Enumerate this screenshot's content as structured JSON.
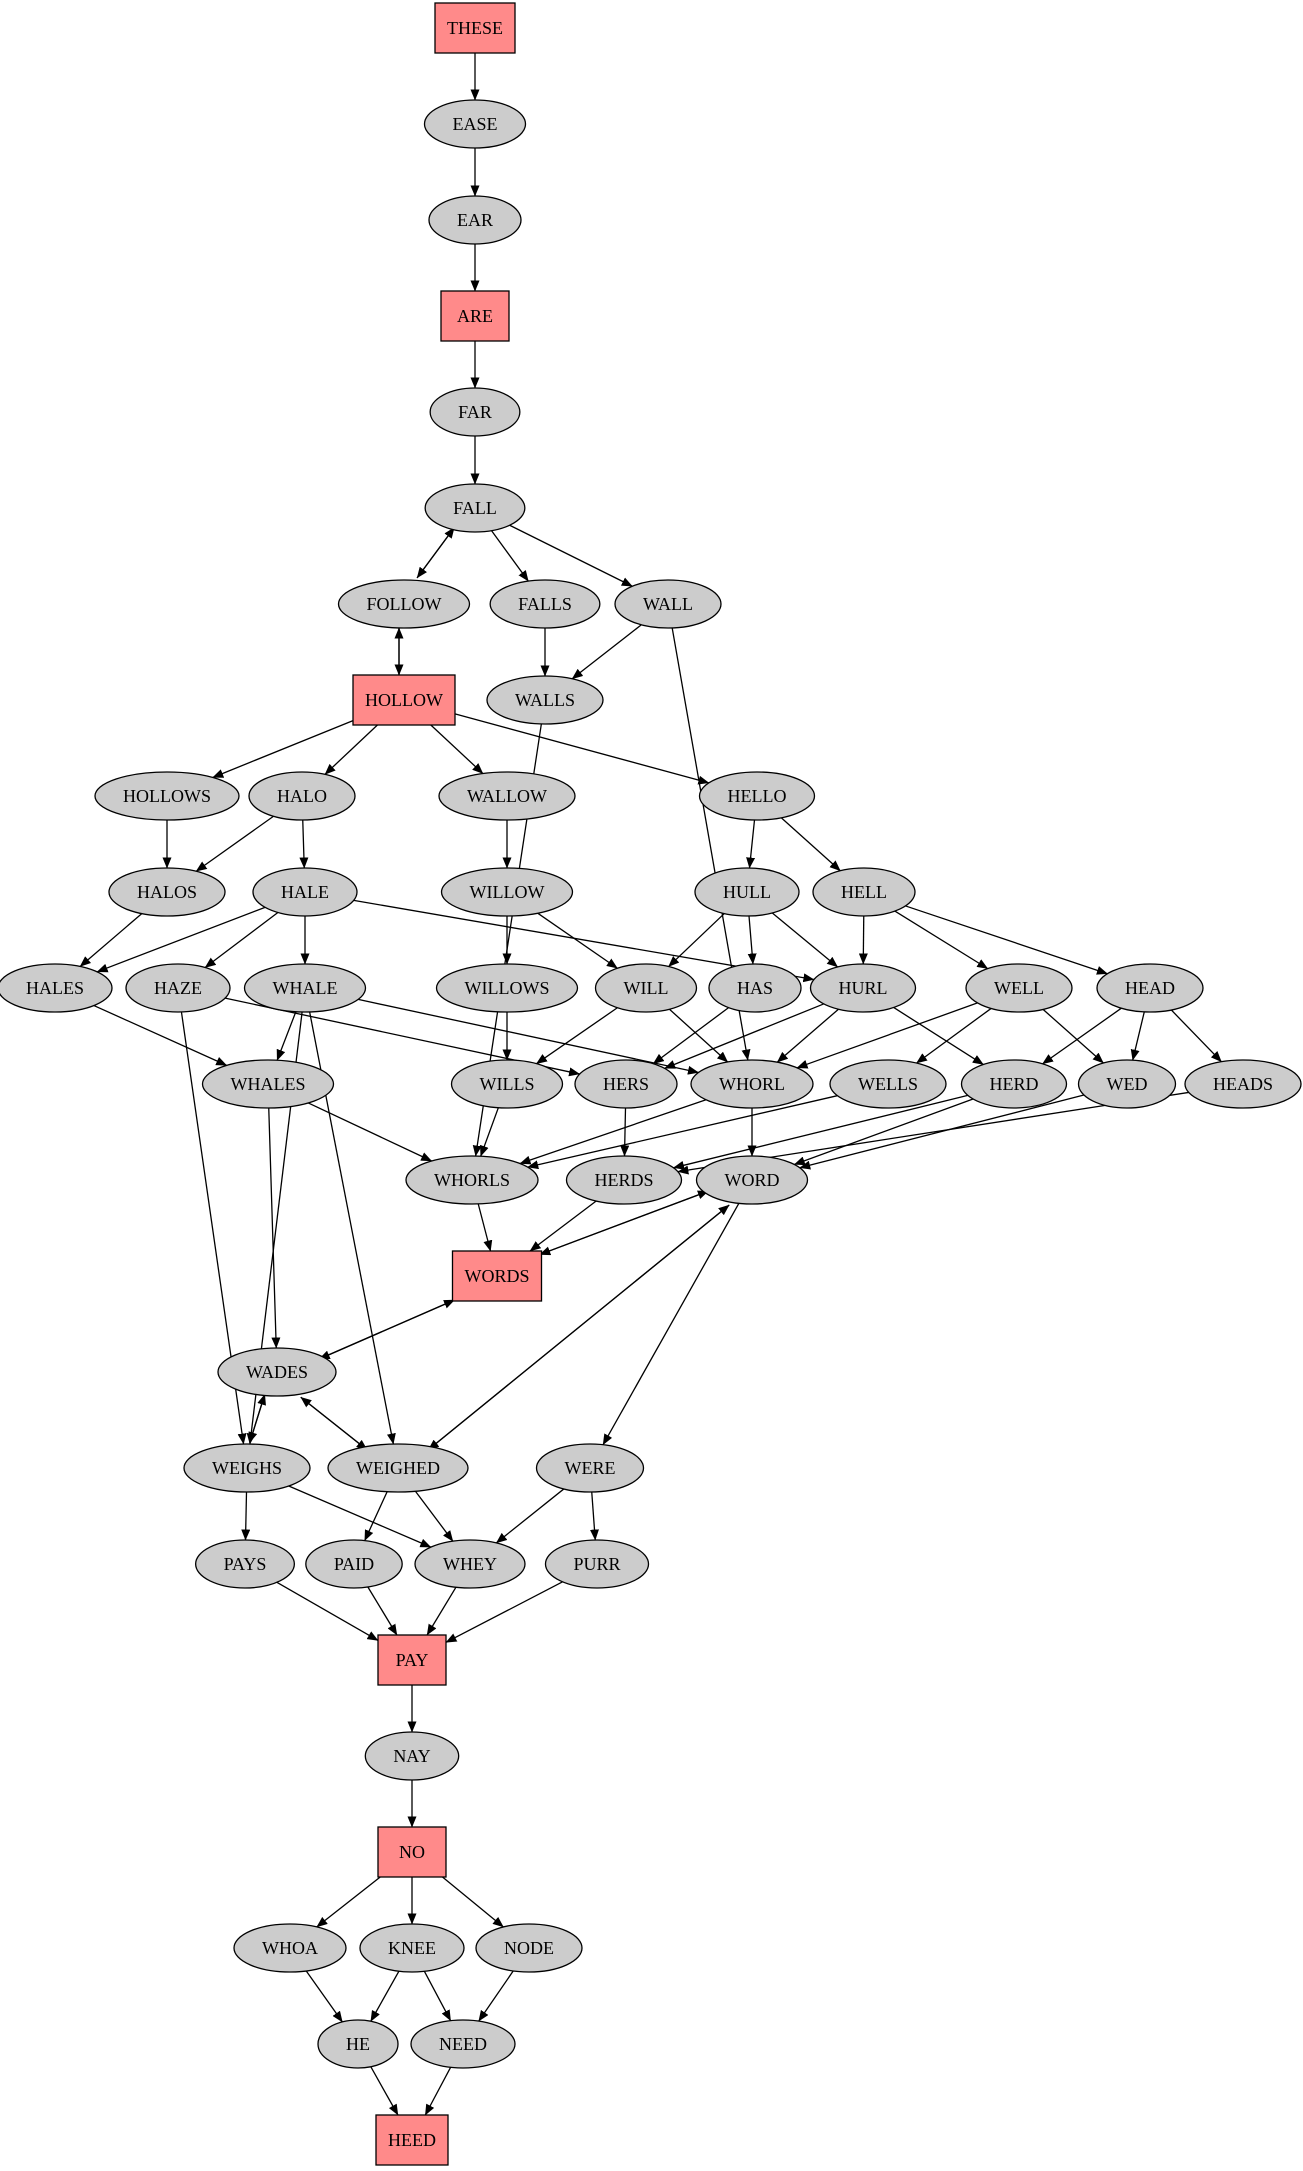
{
  "colors": {
    "ellipse_fill": "#cccccc",
    "box_fill": "#ff8a8a",
    "stroke": "#000000",
    "background": "#ffffff"
  },
  "nodes": [
    {
      "id": "THESE",
      "label": "THESE",
      "shape": "box"
    },
    {
      "id": "EASE",
      "label": "EASE",
      "shape": "ellipse"
    },
    {
      "id": "EAR",
      "label": "EAR",
      "shape": "ellipse"
    },
    {
      "id": "ARE",
      "label": "ARE",
      "shape": "box"
    },
    {
      "id": "FAR",
      "label": "FAR",
      "shape": "ellipse"
    },
    {
      "id": "FALL",
      "label": "FALL",
      "shape": "ellipse"
    },
    {
      "id": "FOLLOW",
      "label": "FOLLOW",
      "shape": "ellipse"
    },
    {
      "id": "FALLS",
      "label": "FALLS",
      "shape": "ellipse"
    },
    {
      "id": "WALL",
      "label": "WALL",
      "shape": "ellipse"
    },
    {
      "id": "HOLLOW",
      "label": "HOLLOW",
      "shape": "box"
    },
    {
      "id": "WALLS",
      "label": "WALLS",
      "shape": "ellipse"
    },
    {
      "id": "HOLLOWS",
      "label": "HOLLOWS",
      "shape": "ellipse"
    },
    {
      "id": "HALO",
      "label": "HALO",
      "shape": "ellipse"
    },
    {
      "id": "WALLOW",
      "label": "WALLOW",
      "shape": "ellipse"
    },
    {
      "id": "HELLO",
      "label": "HELLO",
      "shape": "ellipse"
    },
    {
      "id": "HALOS",
      "label": "HALOS",
      "shape": "ellipse"
    },
    {
      "id": "HALE",
      "label": "HALE",
      "shape": "ellipse"
    },
    {
      "id": "WILLOW",
      "label": "WILLOW",
      "shape": "ellipse"
    },
    {
      "id": "HULL",
      "label": "HULL",
      "shape": "ellipse"
    },
    {
      "id": "HELL",
      "label": "HELL",
      "shape": "ellipse"
    },
    {
      "id": "HALES",
      "label": "HALES",
      "shape": "ellipse"
    },
    {
      "id": "HAZE",
      "label": "HAZE",
      "shape": "ellipse"
    },
    {
      "id": "WHALE",
      "label": "WHALE",
      "shape": "ellipse"
    },
    {
      "id": "WILLOWS",
      "label": "WILLOWS",
      "shape": "ellipse"
    },
    {
      "id": "WILL",
      "label": "WILL",
      "shape": "ellipse"
    },
    {
      "id": "HAS",
      "label": "HAS",
      "shape": "ellipse"
    },
    {
      "id": "HURL",
      "label": "HURL",
      "shape": "ellipse"
    },
    {
      "id": "WELL",
      "label": "WELL",
      "shape": "ellipse"
    },
    {
      "id": "HEAD",
      "label": "HEAD",
      "shape": "ellipse"
    },
    {
      "id": "WHALES",
      "label": "WHALES",
      "shape": "ellipse"
    },
    {
      "id": "WILLS",
      "label": "WILLS",
      "shape": "ellipse"
    },
    {
      "id": "HERS",
      "label": "HERS",
      "shape": "ellipse"
    },
    {
      "id": "WHORL",
      "label": "WHORL",
      "shape": "ellipse"
    },
    {
      "id": "WELLS",
      "label": "WELLS",
      "shape": "ellipse"
    },
    {
      "id": "HERD",
      "label": "HERD",
      "shape": "ellipse"
    },
    {
      "id": "WED",
      "label": "WED",
      "shape": "ellipse"
    },
    {
      "id": "HEADS",
      "label": "HEADS",
      "shape": "ellipse"
    },
    {
      "id": "WHORLS",
      "label": "WHORLS",
      "shape": "ellipse"
    },
    {
      "id": "HERDS",
      "label": "HERDS",
      "shape": "ellipse"
    },
    {
      "id": "WORD",
      "label": "WORD",
      "shape": "ellipse"
    },
    {
      "id": "WORDS",
      "label": "WORDS",
      "shape": "box"
    },
    {
      "id": "WADES",
      "label": "WADES",
      "shape": "ellipse"
    },
    {
      "id": "WEIGHS",
      "label": "WEIGHS",
      "shape": "ellipse"
    },
    {
      "id": "WEIGHED",
      "label": "WEIGHED",
      "shape": "ellipse"
    },
    {
      "id": "WERE",
      "label": "WERE",
      "shape": "ellipse"
    },
    {
      "id": "PAYS",
      "label": "PAYS",
      "shape": "ellipse"
    },
    {
      "id": "PAID",
      "label": "PAID",
      "shape": "ellipse"
    },
    {
      "id": "WHEY",
      "label": "WHEY",
      "shape": "ellipse"
    },
    {
      "id": "PURR",
      "label": "PURR",
      "shape": "ellipse"
    },
    {
      "id": "PAY",
      "label": "PAY",
      "shape": "box"
    },
    {
      "id": "NAY",
      "label": "NAY",
      "shape": "ellipse"
    },
    {
      "id": "NO",
      "label": "NO",
      "shape": "box"
    },
    {
      "id": "WHOA",
      "label": "WHOA",
      "shape": "ellipse"
    },
    {
      "id": "KNEE",
      "label": "KNEE",
      "shape": "ellipse"
    },
    {
      "id": "NODE",
      "label": "NODE",
      "shape": "ellipse"
    },
    {
      "id": "HE",
      "label": "HE",
      "shape": "ellipse"
    },
    {
      "id": "NEED",
      "label": "NEED",
      "shape": "ellipse"
    },
    {
      "id": "HEED",
      "label": "HEED",
      "shape": "box"
    }
  ],
  "edges": [
    [
      "THESE",
      "EASE"
    ],
    [
      "EASE",
      "EAR"
    ],
    [
      "EAR",
      "ARE"
    ],
    [
      "ARE",
      "FAR"
    ],
    [
      "FAR",
      "FALL"
    ],
    [
      "FALL",
      "FOLLOW"
    ],
    [
      "FOLLOW",
      "FALL"
    ],
    [
      "FALL",
      "FALLS"
    ],
    [
      "FALL",
      "WALL"
    ],
    [
      "FOLLOW",
      "HOLLOW"
    ],
    [
      "HOLLOW",
      "FOLLOW"
    ],
    [
      "FALLS",
      "WALLS"
    ],
    [
      "WALL",
      "WALLS"
    ],
    [
      "WALL",
      "WHORL"
    ],
    [
      "HOLLOW",
      "HOLLOWS"
    ],
    [
      "HOLLOW",
      "HALO"
    ],
    [
      "HOLLOW",
      "WALLOW"
    ],
    [
      "HOLLOW",
      "HELLO"
    ],
    [
      "WALLS",
      "WHORLS"
    ],
    [
      "HOLLOWS",
      "HALOS"
    ],
    [
      "HALO",
      "HALOS"
    ],
    [
      "HALO",
      "HALE"
    ],
    [
      "WALLOW",
      "WILLOW"
    ],
    [
      "HELLO",
      "HULL"
    ],
    [
      "HELLO",
      "HELL"
    ],
    [
      "HALOS",
      "HALES"
    ],
    [
      "HALE",
      "HALES"
    ],
    [
      "HALE",
      "HAZE"
    ],
    [
      "HALE",
      "WHALE"
    ],
    [
      "HALE",
      "HURL"
    ],
    [
      "WILLOW",
      "WILLOWS"
    ],
    [
      "WILLOW",
      "WILL"
    ],
    [
      "HULL",
      "WILL"
    ],
    [
      "HULL",
      "HAS"
    ],
    [
      "HULL",
      "HURL"
    ],
    [
      "HELL",
      "HURL"
    ],
    [
      "HELL",
      "WELL"
    ],
    [
      "HELL",
      "HEAD"
    ],
    [
      "HALES",
      "WHALES"
    ],
    [
      "HAZE",
      "HERS"
    ],
    [
      "HAZE",
      "WEIGHS"
    ],
    [
      "WHALE",
      "WHALES"
    ],
    [
      "WHALE",
      "WHORL"
    ],
    [
      "WHALE",
      "WEIGHS"
    ],
    [
      "WHALE",
      "WEIGHED"
    ],
    [
      "WILLOWS",
      "WILLS"
    ],
    [
      "WILL",
      "WILLS"
    ],
    [
      "WILL",
      "WHORL"
    ],
    [
      "HAS",
      "HERS"
    ],
    [
      "HURL",
      "HERS"
    ],
    [
      "HURL",
      "WHORL"
    ],
    [
      "HURL",
      "HERD"
    ],
    [
      "WELL",
      "WHORL"
    ],
    [
      "WELL",
      "WELLS"
    ],
    [
      "WELL",
      "WED"
    ],
    [
      "HEAD",
      "HERD"
    ],
    [
      "HEAD",
      "WED"
    ],
    [
      "HEAD",
      "HEADS"
    ],
    [
      "WHALES",
      "WHORLS"
    ],
    [
      "WHALES",
      "WADES"
    ],
    [
      "WILLS",
      "WHORLS"
    ],
    [
      "HERS",
      "HERDS"
    ],
    [
      "WHORL",
      "WHORLS"
    ],
    [
      "WHORL",
      "WORD"
    ],
    [
      "WELLS",
      "WHORLS"
    ],
    [
      "HERD",
      "HERDS"
    ],
    [
      "HERD",
      "WORD"
    ],
    [
      "WED",
      "WORD"
    ],
    [
      "HEADS",
      "HERDS"
    ],
    [
      "WHORLS",
      "WORDS"
    ],
    [
      "HERDS",
      "WORDS"
    ],
    [
      "WORD",
      "WORDS"
    ],
    [
      "WORDS",
      "WORD"
    ],
    [
      "WORD",
      "WEIGHED"
    ],
    [
      "WEIGHED",
      "WORD"
    ],
    [
      "WORD",
      "WERE"
    ],
    [
      "WORDS",
      "WADES"
    ],
    [
      "WADES",
      "WORDS"
    ],
    [
      "WADES",
      "WEIGHS"
    ],
    [
      "WEIGHS",
      "WADES"
    ],
    [
      "WADES",
      "WEIGHED"
    ],
    [
      "WEIGHED",
      "WADES"
    ],
    [
      "WEIGHS",
      "PAYS"
    ],
    [
      "WEIGHS",
      "WHEY"
    ],
    [
      "WEIGHED",
      "PAID"
    ],
    [
      "WEIGHED",
      "WHEY"
    ],
    [
      "WERE",
      "WHEY"
    ],
    [
      "WERE",
      "PURR"
    ],
    [
      "PAYS",
      "PAY"
    ],
    [
      "PAID",
      "PAY"
    ],
    [
      "WHEY",
      "PAY"
    ],
    [
      "PURR",
      "PAY"
    ],
    [
      "PAY",
      "NAY"
    ],
    [
      "NAY",
      "NO"
    ],
    [
      "NO",
      "WHOA"
    ],
    [
      "NO",
      "KNEE"
    ],
    [
      "NO",
      "NODE"
    ],
    [
      "WHOA",
      "HE"
    ],
    [
      "KNEE",
      "HE"
    ],
    [
      "KNEE",
      "NEED"
    ],
    [
      "NODE",
      "NEED"
    ],
    [
      "HE",
      "HEED"
    ],
    [
      "NEED",
      "HEED"
    ]
  ]
}
